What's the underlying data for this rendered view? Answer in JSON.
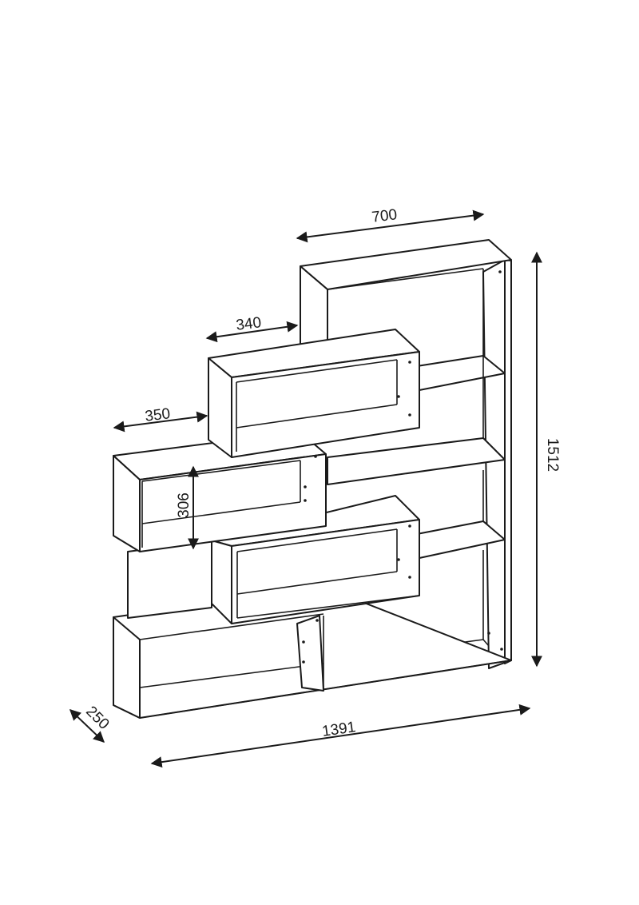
{
  "diagram": {
    "dimensions": {
      "top_width": "700",
      "step_upper": "340",
      "step_lower": "350",
      "cell_height": "306",
      "total_height": "1512",
      "total_width": "1391",
      "depth": "250"
    }
  }
}
